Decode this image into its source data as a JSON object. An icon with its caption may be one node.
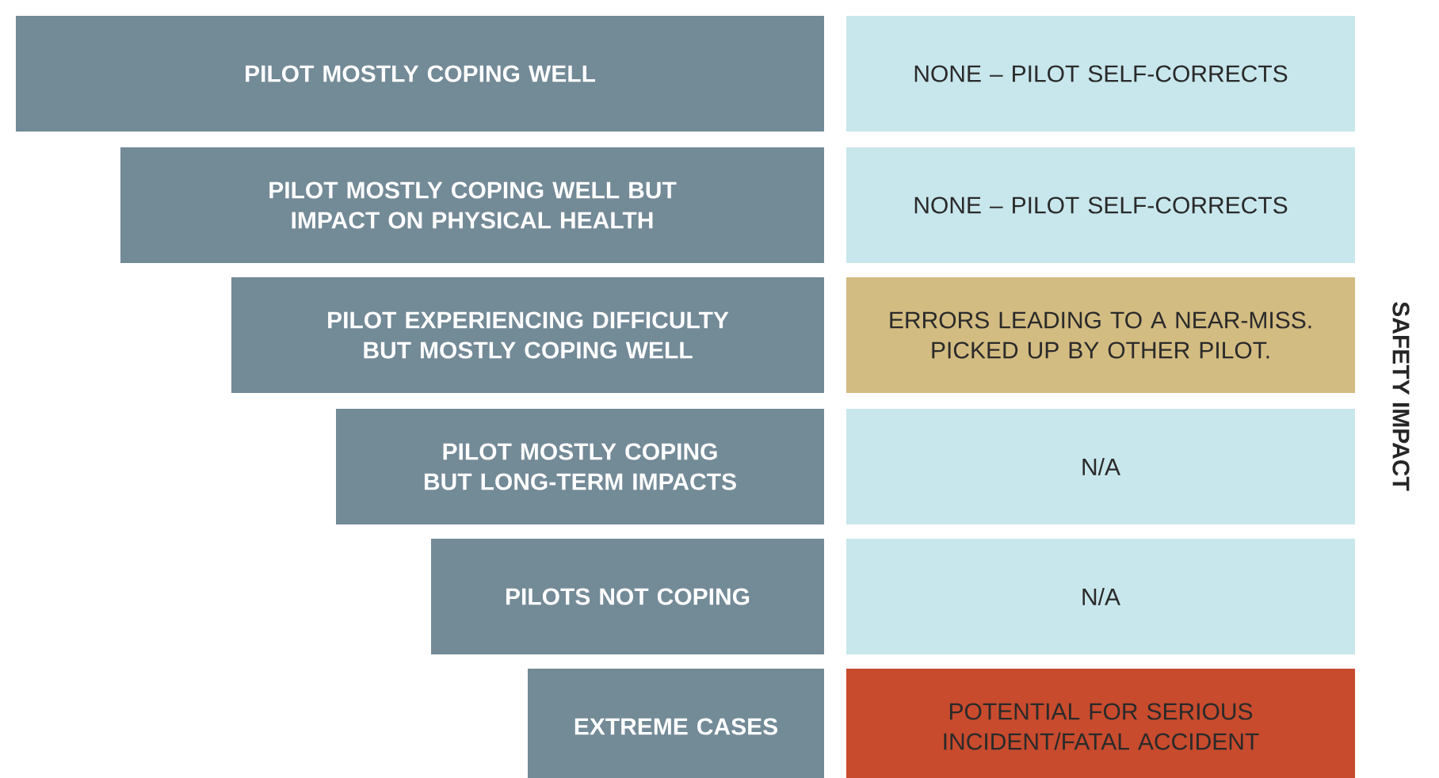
{
  "diagram": {
    "nodes": [
      {
        "text": [
          "PILOT MOSTLY COPING WELL"
        ]
      },
      {
        "text": [
          "NONE – PILOT SELF-CORRECTS"
        ]
      },
      {
        "text": [
          "PILOT MOSTLY COPING WELL BUT IMPACT ON PHYSICAL HEALTH"
        ]
      },
      {
        "text": [
          "NONE – PILOT SELF-CORRECTS"
        ]
      },
      {
        "text": [
          "PILOT EXPERIENCING DIFFICULTY BUT MOSTLY COPING WELL"
        ]
      },
      {
        "text": [
          "ERRORS LEADING TO A NEAR-MISS. PICKED UP BY OTHER PILOT."
        ]
      },
      {
        "text": [
          "PILOT MOSTLY COPING BUT LONG-TERM IMPACTS"
        ]
      },
      {
        "text": [
          "N/A"
        ]
      },
      {
        "text": [
          "PILOTS NOT COPING"
        ]
      },
      {
        "text": [
          "N/A"
        ]
      },
      {
        "text": [
          "EXTREME CASES"
        ]
      },
      {
        "text": [
          "POTENTIAL FOR SERIOUS INCIDENT/FATAL ACCIDENT"
        ]
      }
    ],
    "labels": [
      "SAFETY IMPACT"
    ]
  }
}
